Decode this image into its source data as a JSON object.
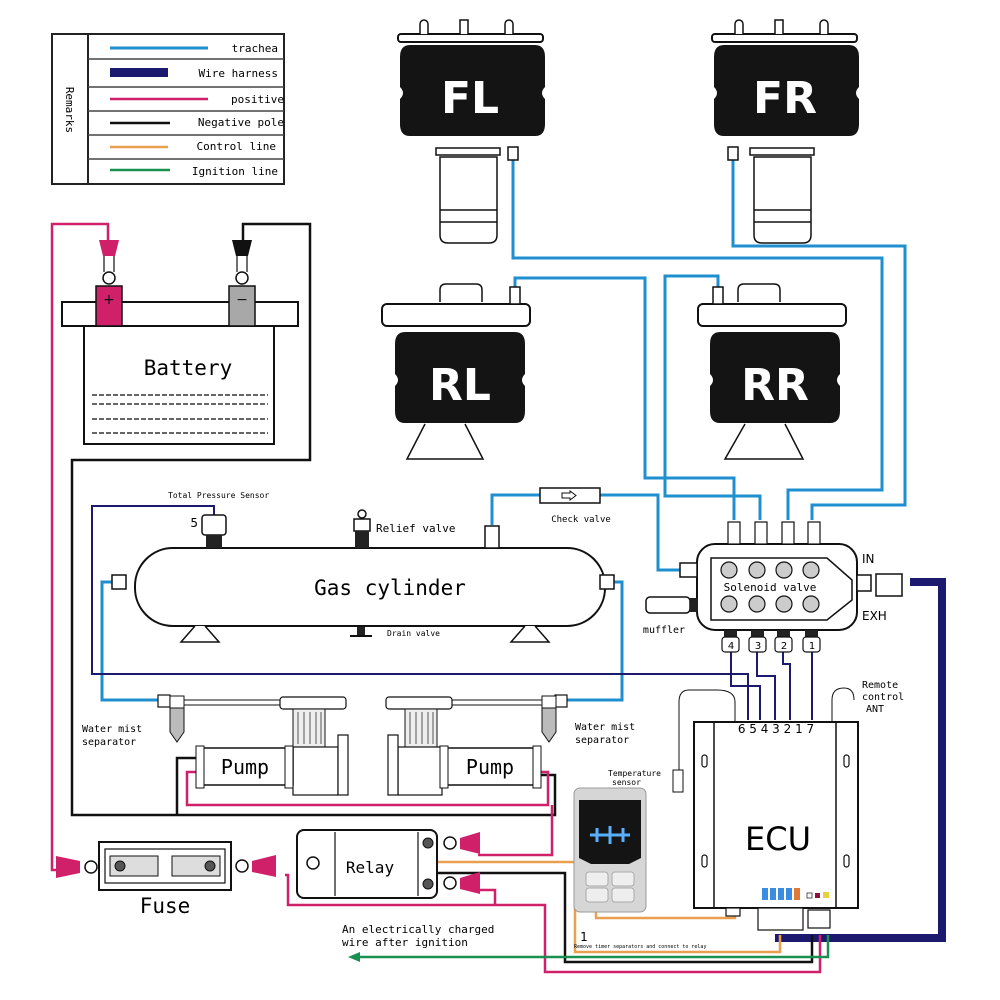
{
  "legend": {
    "title": "Remarks",
    "items": [
      {
        "label": "trachea",
        "color": "#1f8fd0"
      },
      {
        "label": "Wire harness",
        "color": "#1c1a6e"
      },
      {
        "label": "positive",
        "color": "#d0206a"
      },
      {
        "label": "Negative pole",
        "color": "#111111"
      },
      {
        "label": "Control line",
        "color": "#e8a050"
      },
      {
        "label": "Ignition line",
        "color": "#1a9050"
      }
    ]
  },
  "airbags": {
    "fl": "FL",
    "fr": "FR",
    "rl": "RL",
    "rr": "RR"
  },
  "battery": {
    "label": "Battery",
    "positive_symbol": "+",
    "negative_symbol": "−"
  },
  "tank": {
    "label": "Gas cylinder",
    "pressure_sensor_label": "Total Pressure Sensor",
    "pressure_sensor_pin": "5",
    "relief_valve_label": "Relief valve",
    "drain_valve_label": "Drain valve",
    "check_valve_label": "Check valve"
  },
  "solenoid": {
    "label": "Solenoid valve",
    "in_label": "IN",
    "exh_label": "EXH",
    "muffler_label": "muffler",
    "port_numbers": [
      "4",
      "3",
      "2",
      "1"
    ]
  },
  "pumps": {
    "left_label": "Pump",
    "right_label": "Pump",
    "separator_left": [
      "Water mist",
      "separator"
    ],
    "separator_right": [
      "Water mist",
      "separator"
    ]
  },
  "ecu": {
    "label": "ECU",
    "pins": "6 5 4 3 2 1 7",
    "remote_label": [
      "Remote",
      "control",
      "ANT"
    ],
    "temperature_label": [
      "Temperature",
      "sensor"
    ]
  },
  "relay": {
    "label": "Relay"
  },
  "fuse": {
    "label": "Fuse"
  },
  "notes": {
    "ignition": [
      "An electrically charged",
      "wire after ignition"
    ],
    "control_pin": "1",
    "control_note": "Remove timer separators and connect to relay"
  },
  "colors": {
    "trachea": "#1f8fd0",
    "harness": "#1c1a6e",
    "positive": "#d0206a",
    "negative": "#111111",
    "control": "#e8a050",
    "ignition": "#1a9050"
  }
}
